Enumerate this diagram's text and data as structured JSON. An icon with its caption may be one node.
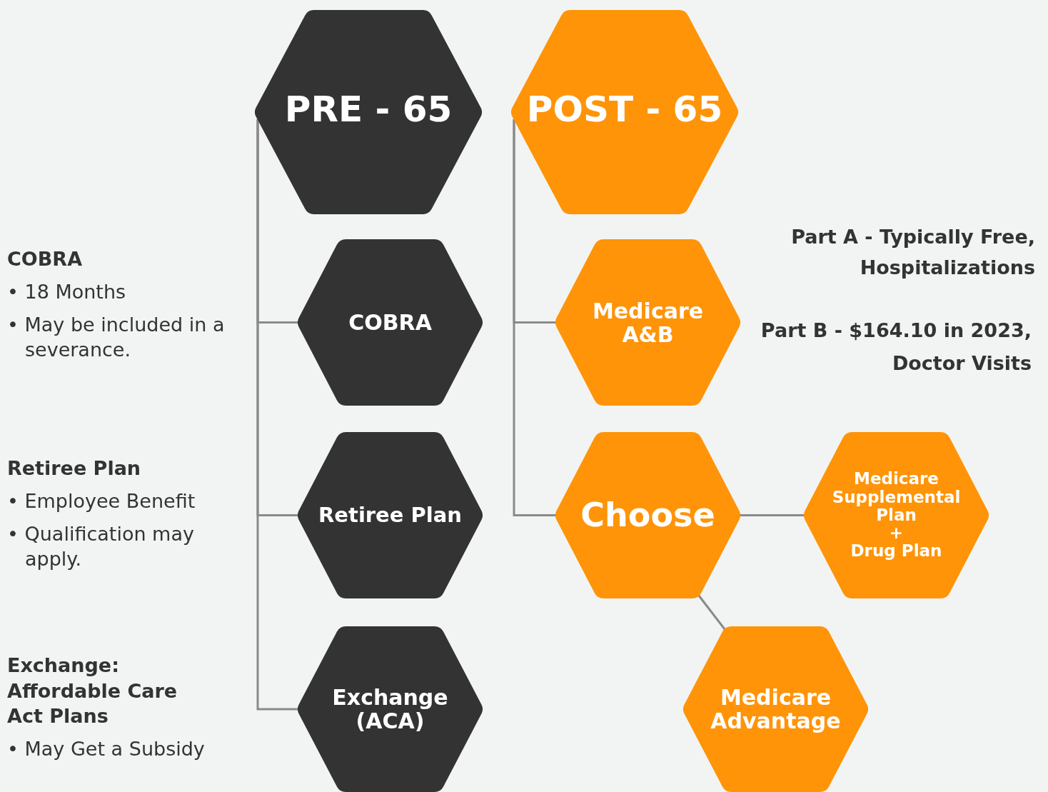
{
  "diagram": {
    "nodes": [
      {
        "text": [
          "PRE - 65"
        ]
      },
      {
        "text": [
          "COBRA"
        ]
      },
      {
        "text": [
          "Retiree Plan"
        ]
      },
      {
        "text": [
          "Exchange (ACA)"
        ]
      },
      {
        "text": [
          "POST - 65"
        ]
      },
      {
        "text": [
          "Medicare A&B"
        ]
      },
      {
        "text": [
          "Choose"
        ]
      },
      {
        "text": [
          "Medicare Supplemental Plan",
          "+",
          "Drug Plan"
        ]
      },
      {
        "text": [
          "Medicare Advantage"
        ]
      }
    ],
    "edges": [
      {
        "from": 0,
        "to": 1,
        "arrow": "none"
      },
      {
        "from": 0,
        "to": 2,
        "arrow": "none"
      },
      {
        "from": 0,
        "to": 3,
        "arrow": "none"
      },
      {
        "from": 4,
        "to": 5,
        "arrow": "none"
      },
      {
        "from": 4,
        "to": 6,
        "arrow": "none"
      },
      {
        "from": 6,
        "to": 7,
        "arrow": "none"
      },
      {
        "from": 6,
        "to": 8,
        "arrow": "none"
      }
    ],
    "labels": [
      "COBRA",
      "• 18 Months",
      "• May be included in a severance.",
      "Retiree Plan",
      "• Employee Benefit",
      "• Qualification may apply.",
      "Exchange: Affordable Care Act Plans",
      "• May Get a Subsidy",
      "Part A - Typically Free, Hospitalizations",
      "Part B - $164.10 in 2023, Doctor Visits"
    ]
  }
}
